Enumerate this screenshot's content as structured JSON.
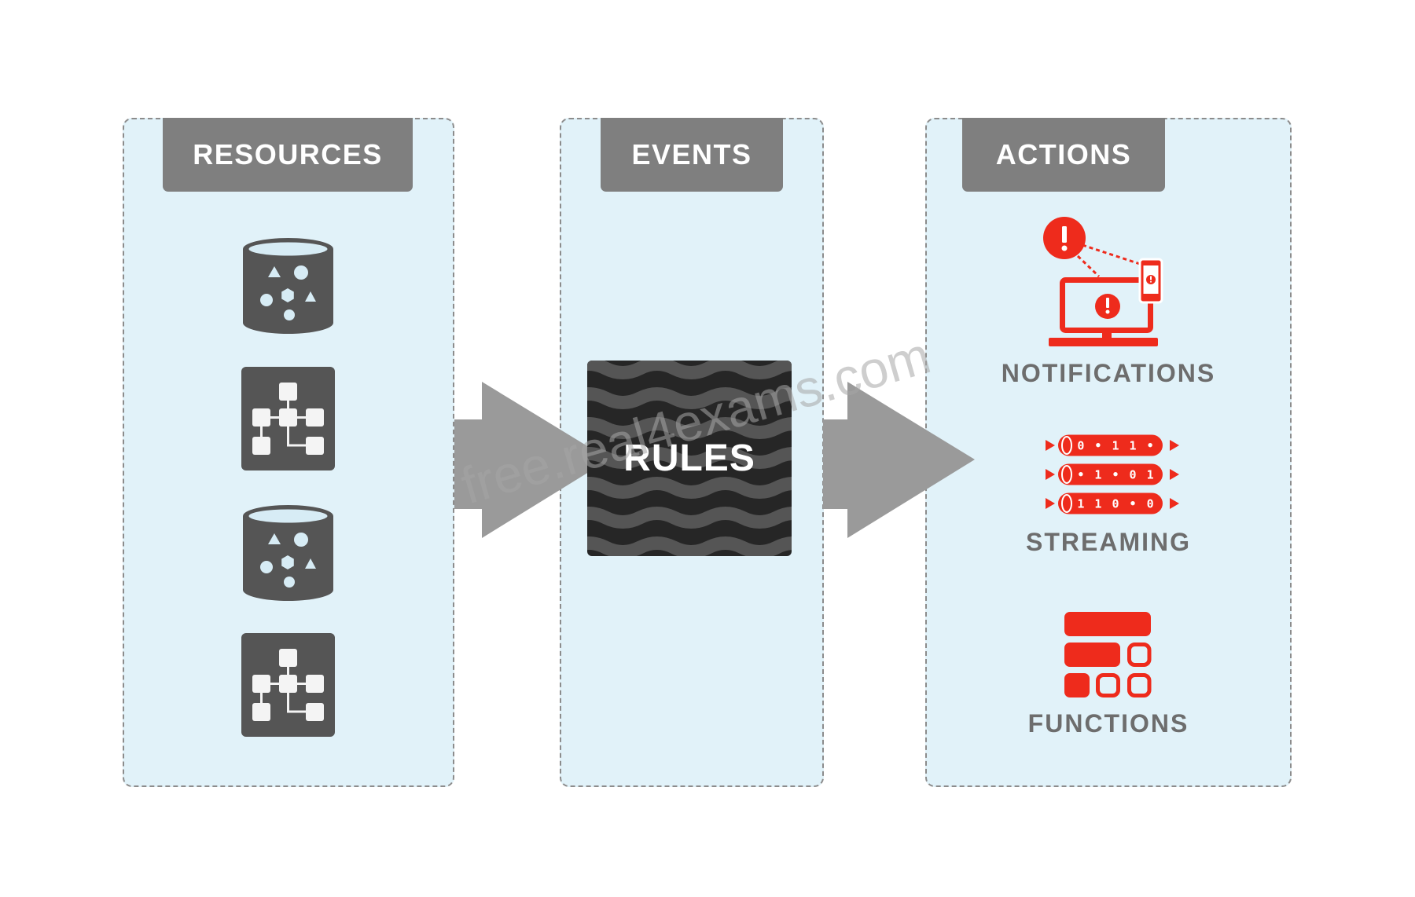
{
  "panels": {
    "resources": {
      "title": "RESOURCES",
      "icons": [
        "database-icon",
        "workflow-icon",
        "database-icon",
        "workflow-icon"
      ]
    },
    "events": {
      "title": "EVENTS",
      "rules_label": "RULES"
    },
    "actions": {
      "title": "ACTIONS",
      "items": [
        {
          "label": "NOTIFICATIONS",
          "icon": "notifications-icon"
        },
        {
          "label": "STREAMING",
          "icon": "streaming-icon",
          "stream_rows": [
            "0 • 1 1 •",
            "• 1 • 0 1",
            "1 1 0 • 0"
          ]
        },
        {
          "label": "FUNCTIONS",
          "icon": "functions-icon"
        }
      ]
    }
  },
  "watermark": "free.real4exams.com",
  "colors": {
    "panel_fill": "#e1f2f9",
    "tab_fill": "#7f7f7f",
    "icon_gray": "#555555",
    "accent_red": "#ee2b1c",
    "arrow_gray": "#9a9a9a",
    "label_gray": "#6d6d6d",
    "rules_background": "#262626"
  }
}
